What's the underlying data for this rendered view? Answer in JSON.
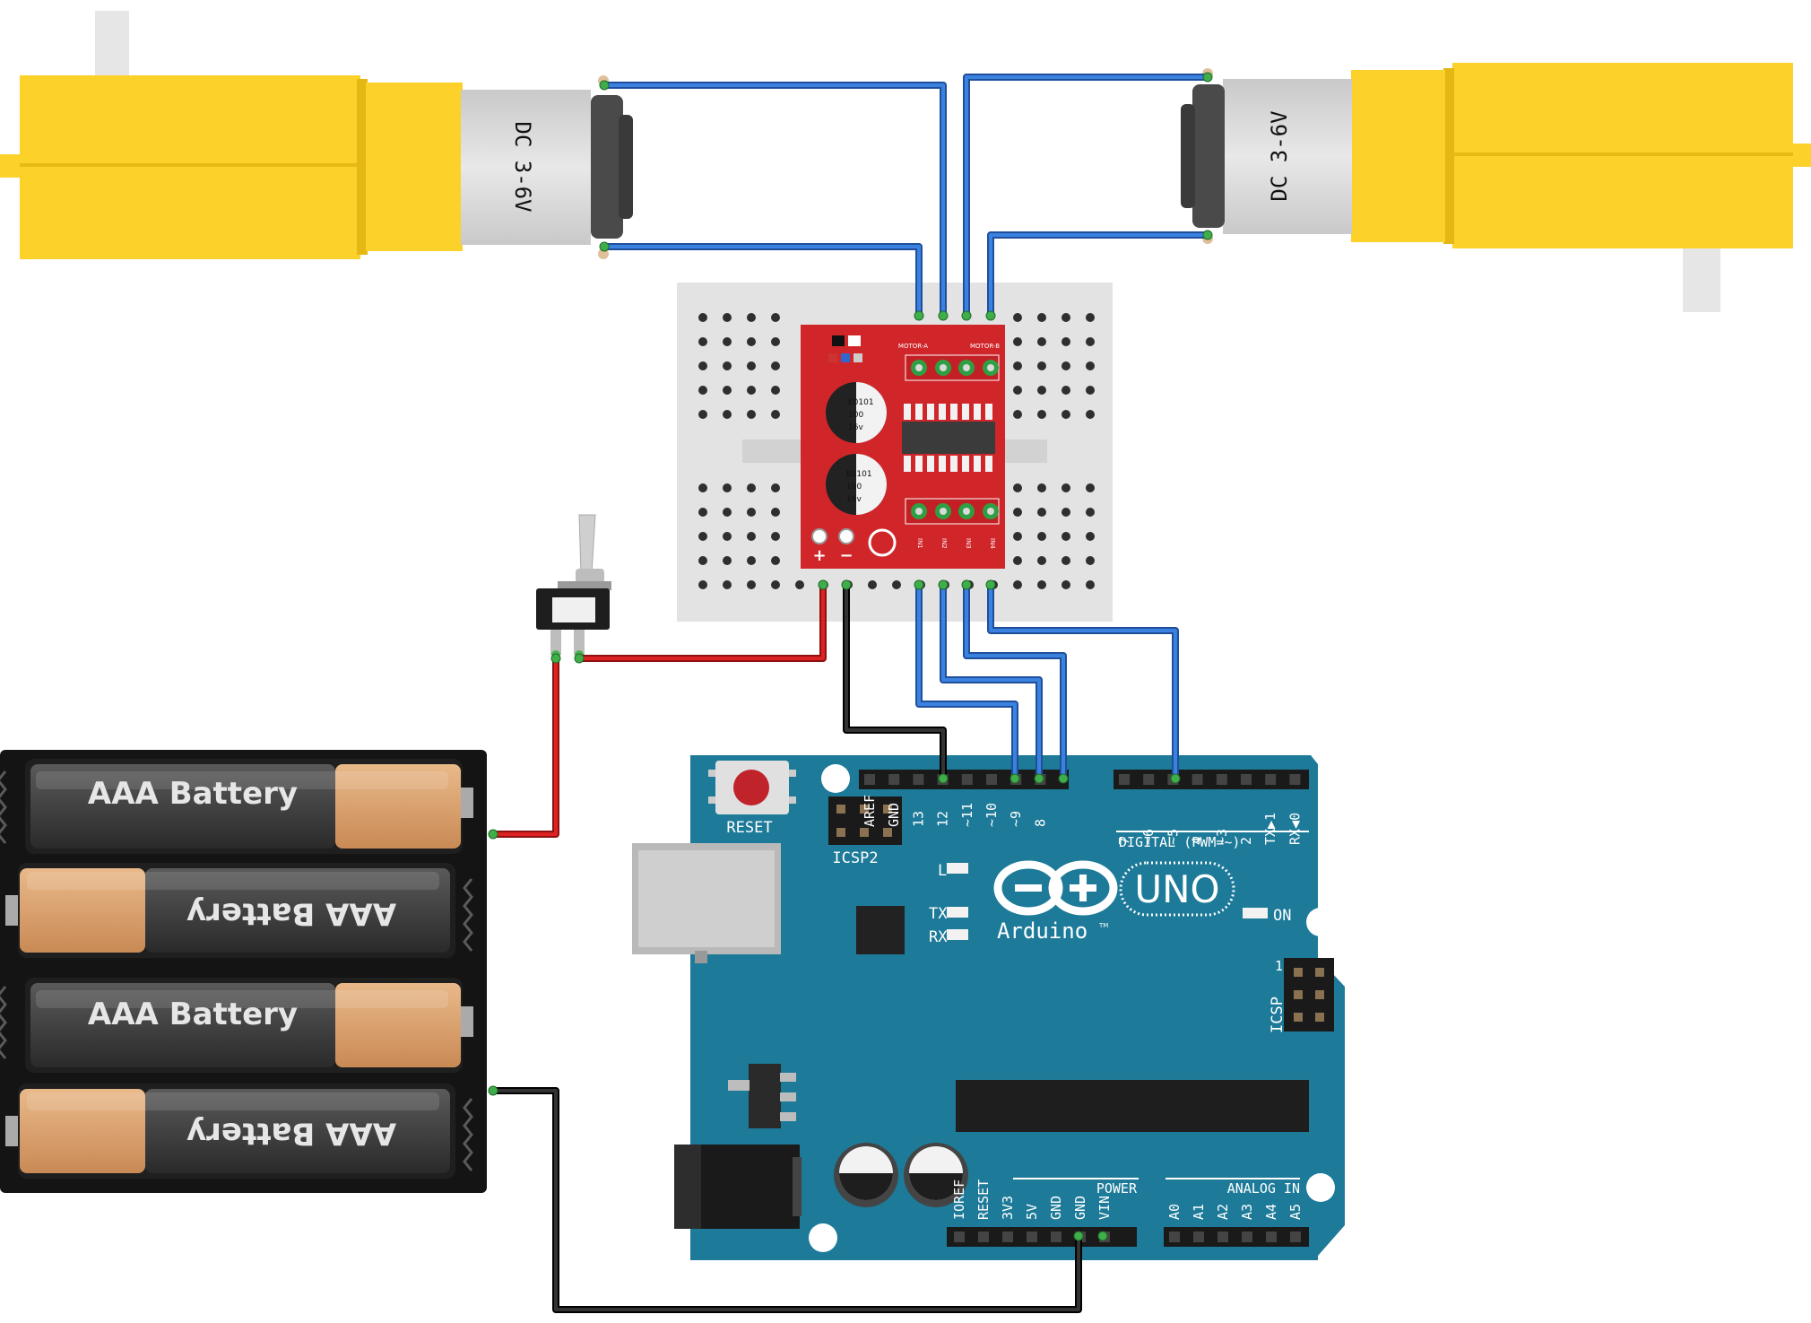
{
  "motors": {
    "left_label": "DC 3-6V",
    "right_label": "DC 3-6V"
  },
  "batteries": {
    "label": "AAA Battery",
    "count": 4
  },
  "driver": {
    "motor_a_label": "MOTOR-A",
    "motor_b_label": "MOTOR-B",
    "cap_line1": "E0101",
    "cap_line2": "100",
    "cap_line3": "16v",
    "plus_label": "+",
    "minus_label": "−",
    "input_labels": [
      "IN1",
      "IN2",
      "IN3",
      "IN4"
    ]
  },
  "arduino": {
    "logo_text": "Arduino",
    "tm": "TM",
    "model": "UNO",
    "reset_label": "RESET",
    "icsp2_label": "ICSP2",
    "icsp_label": "ICSP",
    "icsp_pin1": "1",
    "led_l": "L",
    "led_tx": "TX",
    "led_rx": "RX",
    "on_label": "ON",
    "digital_label": "DIGITAL (PWM=~)",
    "power_label": "POWER",
    "analog_label": "ANALOG IN",
    "digital_pins_left": [
      "AREF",
      "GND",
      "13",
      "12",
      "~11",
      "~10",
      "~9",
      "8"
    ],
    "digital_pins_right": [
      "7",
      "~6",
      "~5",
      "4",
      "~3",
      "2",
      "TX▶1",
      "RX◀0"
    ],
    "power_pins": [
      "IOREF",
      "RESET",
      "3V3",
      "5V",
      "GND",
      "GND",
      "VIN"
    ],
    "analog_pins": [
      "A0",
      "A1",
      "A2",
      "A3",
      "A4",
      "A5"
    ]
  },
  "colors": {
    "motor_yellow": "#fcd12a",
    "arduino_teal": "#1d7a99",
    "driver_red": "#d0262a",
    "wire_blue": "#2f6fcf",
    "wire_red": "#cc1f1f",
    "wire_black": "#1a1a1a",
    "breadboard": "#e3e3e3"
  }
}
